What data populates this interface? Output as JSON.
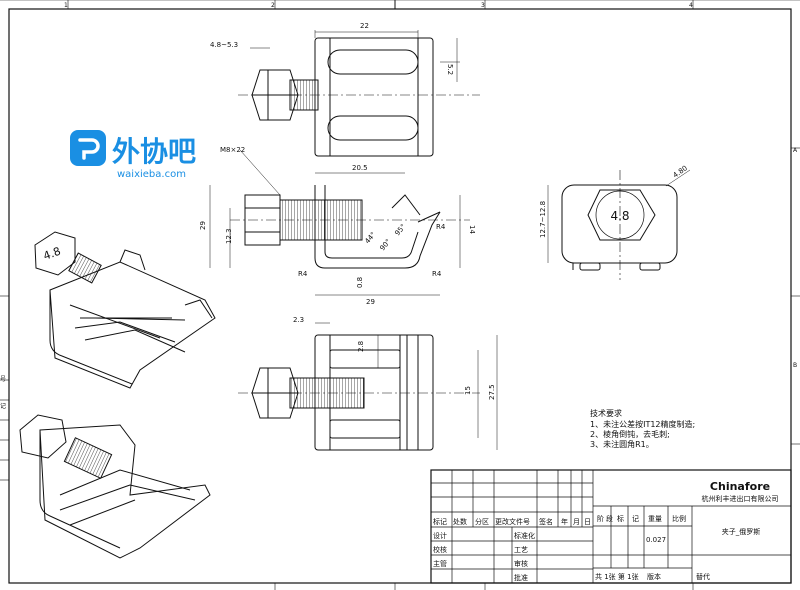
{
  "logo": {
    "brand": "外协吧",
    "url": "waixieba.com"
  },
  "border": {
    "top_marks": [
      "1",
      "2",
      "3",
      "4"
    ],
    "right_marks": [
      "A",
      "B"
    ],
    "left_marks": [
      "号",
      "记"
    ]
  },
  "dims": {
    "top_width": "22",
    "top_left": "4.8~5.3",
    "top_right": "5.2",
    "thread": "M8×22",
    "mid_top": "20.5",
    "mid_left_h": "29",
    "mid_left_inner": "12.3",
    "mid_right_h": "14",
    "angle_a": "44°",
    "angle_b": "90°",
    "angle_c": "95°",
    "r_right": "R4",
    "r_left": "R4",
    "r_bottom": "R4",
    "thickness": "0.8",
    "mid_bottom": "29",
    "side_h": "12.7~12.8",
    "side_r": "4.80",
    "side_hex": "4.8",
    "bot_left": "2.3",
    "bot_inner": "2.8",
    "bot_h1": "15",
    "bot_h2": "27.5",
    "iso_hex": "4.8"
  },
  "notes": {
    "title": "技术要求",
    "items": [
      "1、未注公差按IT12精度制造;",
      "2、棱角倒钝，去毛刺;",
      "3、未注圆角R1。"
    ]
  },
  "title_block": {
    "company_logo": "Chinafore",
    "company": "杭州利丰进出口有限公司",
    "part_name": "夹子_俄罗斯",
    "headers": [
      "标记",
      "处数",
      "分区",
      "更改文件号",
      "签名",
      "年",
      "月",
      "日"
    ],
    "stage_headers": [
      "阶",
      "段",
      "标",
      "记",
      "重量",
      "比例"
    ],
    "weight": "0.027",
    "rows_left": [
      "设计",
      "校核",
      "主管"
    ],
    "rows_mid": [
      "标准化",
      "工艺",
      "审核",
      "批准"
    ],
    "sheet": "共 1张 第 1张",
    "version": "版本",
    "replace": "替代"
  }
}
